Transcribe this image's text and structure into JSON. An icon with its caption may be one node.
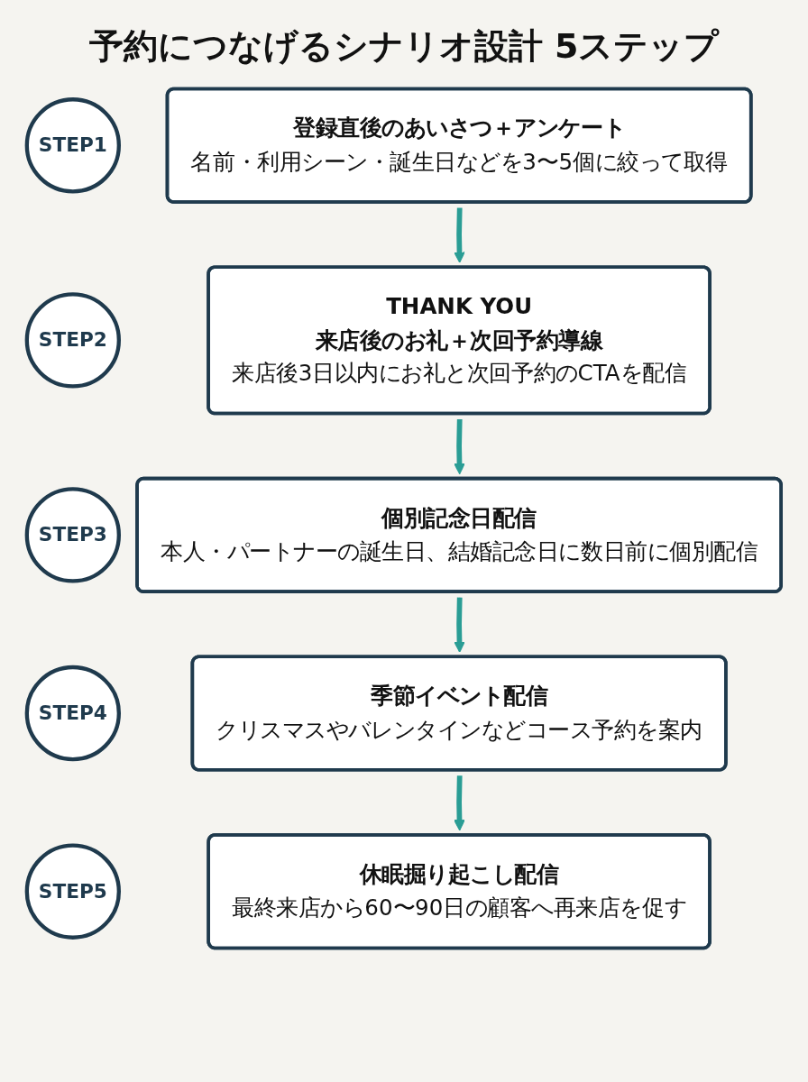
{
  "diagram": {
    "title": "予約につなげるシナリオ設計 5ステップ",
    "nodes": [
      {
        "text": [
          "STEP1"
        ]
      },
      {
        "text": [
          "登録直後のあいさつ＋アンケート",
          "名前・利用シーン・誕生日などを3〜5個に絞って取得"
        ]
      },
      {
        "text": [
          "STEP2"
        ]
      },
      {
        "text": [
          "THANK YOU",
          "来店後のお礼＋次回予約導線",
          "来店後3日以内にお礼と次回予約のCTAを配信"
        ]
      },
      {
        "text": [
          "STEP3"
        ]
      },
      {
        "text": [
          "個別記念日配信",
          "本人・パートナーの誕生日、結婚記念日に数日前に個別配信"
        ]
      },
      {
        "text": [
          "STEP4"
        ]
      },
      {
        "text": [
          "季節イベント配信",
          "クリスマスやバレンタインなどコース予約を案内"
        ]
      },
      {
        "text": [
          "STEP5"
        ]
      },
      {
        "text": [
          "休眠掘り起こし配信",
          "最終来店から60〜90日の顧客へ再来店を促す"
        ]
      }
    ],
    "edges": [
      {
        "from": 1,
        "to": 3,
        "arrow": "to"
      },
      {
        "from": 3,
        "to": 5,
        "arrow": "to"
      },
      {
        "from": 5,
        "to": 7,
        "arrow": "to"
      },
      {
        "from": 7,
        "to": 9,
        "arrow": "to"
      }
    ]
  }
}
